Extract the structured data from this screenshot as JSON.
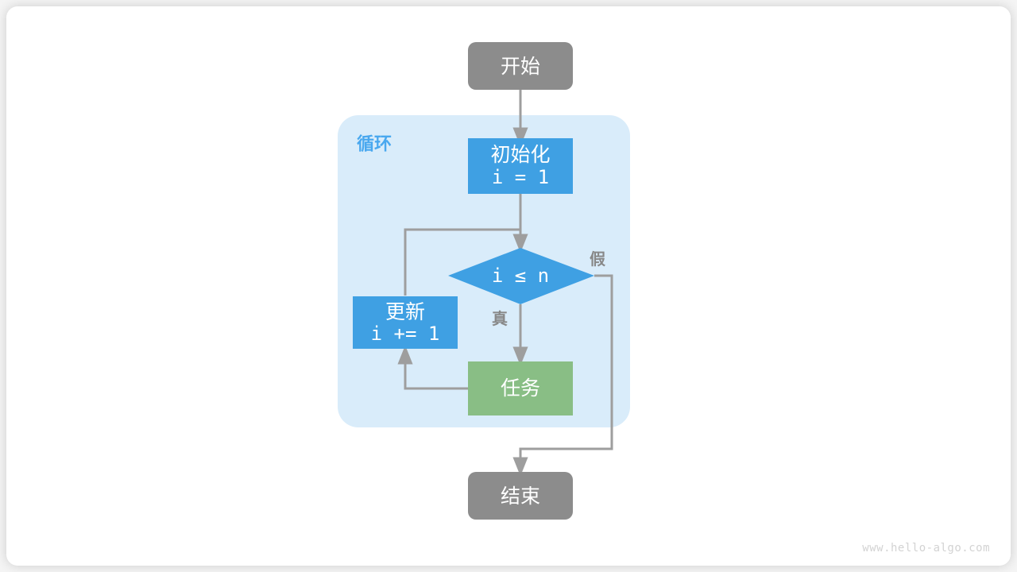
{
  "diagram": {
    "title_watermark": "www.hello-algo.com",
    "colors": {
      "terminal_gray": "#8c8c8c",
      "process_blue": "#3fa0e3",
      "decision_blue": "#3fa0e3",
      "task_green": "#89be85",
      "loop_container": "#d9ecfa",
      "loop_label": "#49a8ef",
      "edge_gray": "#9e9e9e",
      "page_background": "#ffffff",
      "card_background": "#ffffff",
      "watermark_gray": "#d3d3d3"
    },
    "group": {
      "label": "循环"
    },
    "nodes": {
      "start": {
        "label": "开始",
        "shape": "rounded-terminal"
      },
      "init": {
        "label": "初始化",
        "code": "i = 1",
        "shape": "rectangle"
      },
      "condition": {
        "code": "i ≤ n",
        "shape": "diamond"
      },
      "update": {
        "label": "更新",
        "code": "i += 1",
        "shape": "rectangle"
      },
      "task": {
        "label": "任务",
        "shape": "rectangle"
      },
      "end": {
        "label": "结束",
        "shape": "rounded-terminal"
      }
    },
    "edges": {
      "true_label": "真",
      "false_label": "假"
    }
  }
}
